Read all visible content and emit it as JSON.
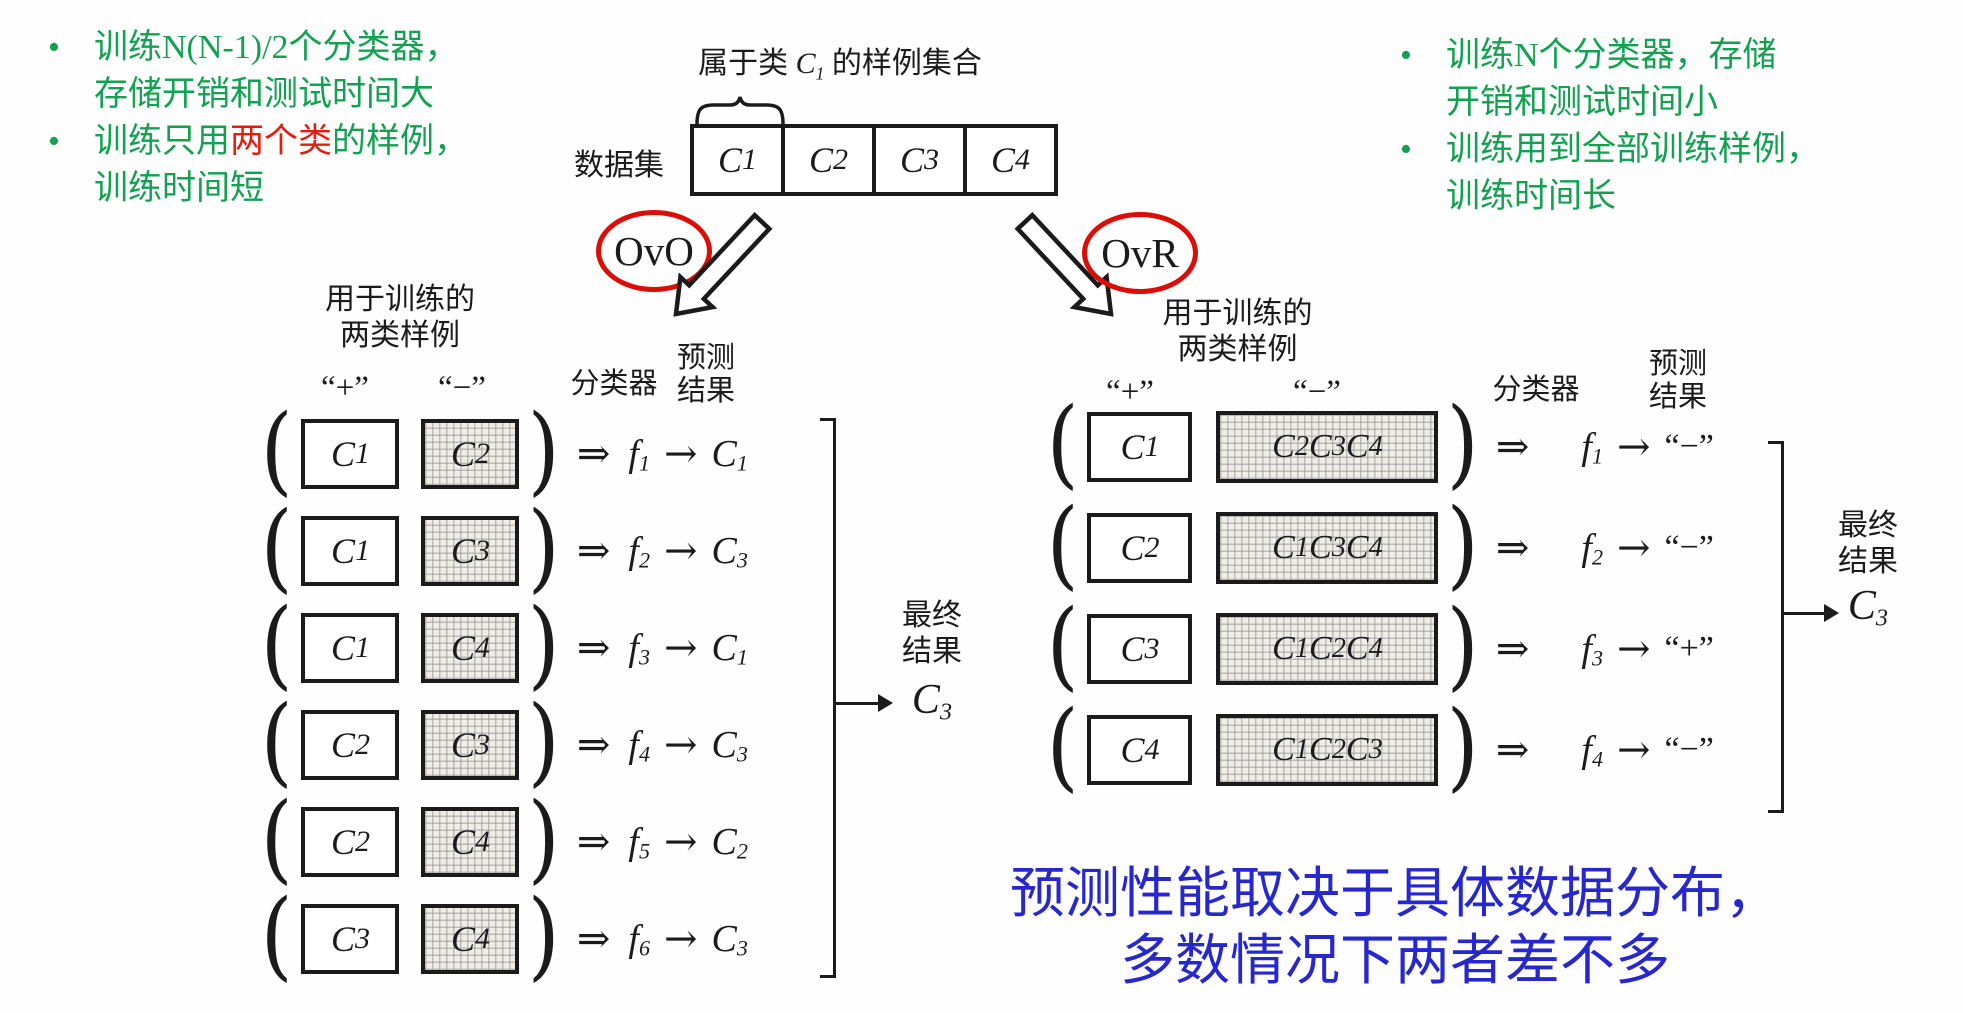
{
  "symbols": {
    "bullet": "•",
    "implies": "⇒",
    "arrow": "→",
    "lparen": "(",
    "rparen": ")"
  },
  "colors": {
    "green": "#12a150",
    "red_text": "#e51c0e",
    "oval_red": "#dc0d07",
    "blue": "#2727cf",
    "ink": "#1b1b1b"
  },
  "left_notes": {
    "b1l1": "训练N(N-1)/2个分类器，",
    "b1l2": "存储开销和测试时间大",
    "b2l1_pre": "训练只用",
    "b2l1_red": "两个类",
    "b2l1_post": "的样例，",
    "b2l2": "训练时间短"
  },
  "right_notes": {
    "b1l1": "训练N个分类器，存储",
    "b1l2": "开销和测试时间小",
    "b2l1": "训练用到全部训练样例，",
    "b2l2": "训练时间长"
  },
  "dataset": {
    "set_label_pre": "属于类",
    "set_label_class": "C1",
    "set_label_post": "的样例集合",
    "name": "数据集",
    "classes": [
      "C1",
      "C2",
      "C3",
      "C4"
    ]
  },
  "branches": {
    "left_label": "OvO",
    "right_label": "OvR"
  },
  "ovo": {
    "header_l1": "用于训练的",
    "header_l2": "两类样例",
    "pos_header": "“+”",
    "neg_header": "“−”",
    "clf_header": "分类器",
    "pred_l1": "预测",
    "pred_l2": "结果",
    "rows": [
      {
        "pos": "C1",
        "neg": "C2",
        "clf": "f1",
        "res": "C1"
      },
      {
        "pos": "C1",
        "neg": "C3",
        "clf": "f2",
        "res": "C3"
      },
      {
        "pos": "C1",
        "neg": "C4",
        "clf": "f3",
        "res": "C1"
      },
      {
        "pos": "C2",
        "neg": "C3",
        "clf": "f4",
        "res": "C3"
      },
      {
        "pos": "C2",
        "neg": "C4",
        "clf": "f5",
        "res": "C2"
      },
      {
        "pos": "C3",
        "neg": "C4",
        "clf": "f6",
        "res": "C3"
      }
    ],
    "final_l1": "最终",
    "final_l2": "结果",
    "final_res": "C3"
  },
  "ovr": {
    "header_l1": "用于训练的",
    "header_l2": "两类样例",
    "pos_header": "“+”",
    "neg_header": "“−”",
    "clf_header": "分类器",
    "pred_l1": "预测",
    "pred_l2": "结果",
    "rows": [
      {
        "pos": "C1",
        "neg": "C2 C3 C4",
        "clf": "f1",
        "res": "“−”"
      },
      {
        "pos": "C2",
        "neg": "C1 C3 C4",
        "clf": "f2",
        "res": "“−”"
      },
      {
        "pos": "C3",
        "neg": "C1 C2 C4",
        "clf": "f3",
        "res": "“+”"
      },
      {
        "pos": "C4",
        "neg": "C1 C2 C3",
        "clf": "f4",
        "res": "“−”"
      }
    ],
    "final_l1": "最终",
    "final_l2": "结果",
    "final_res": "C3"
  },
  "footer_note": {
    "l1": "预测性能取决于具体数据分布，",
    "l2": "多数情况下两者差不多"
  }
}
